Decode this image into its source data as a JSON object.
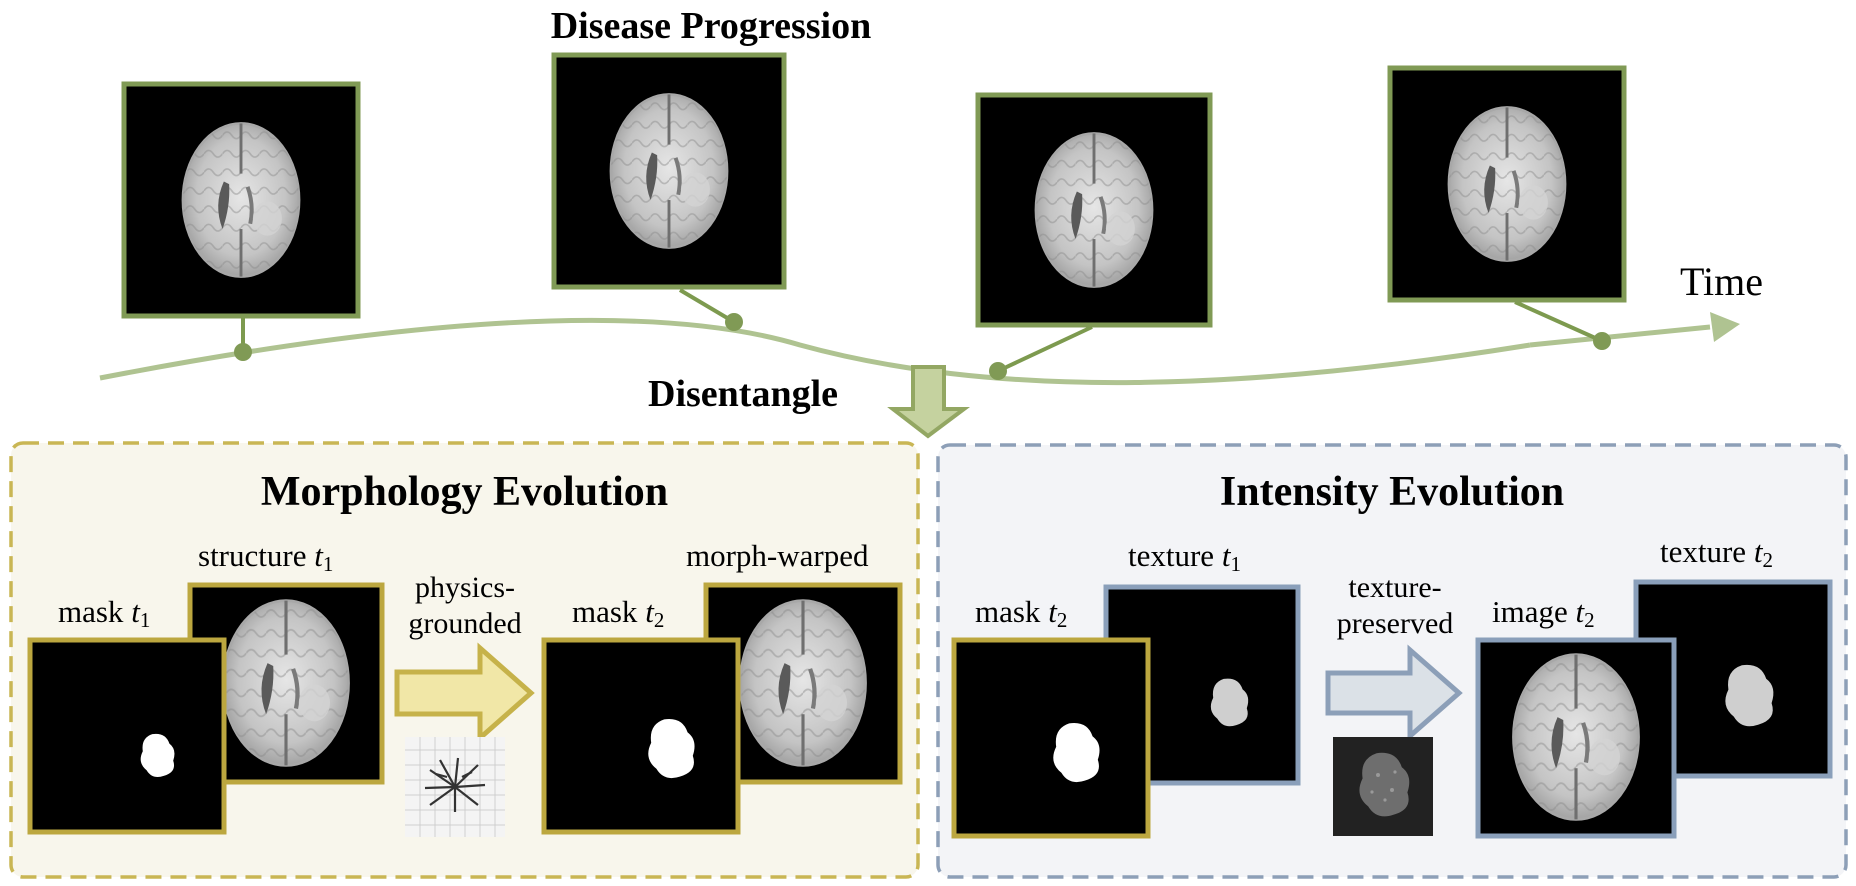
{
  "title": "Disease Progression",
  "time_label": "Time",
  "disentangle_label": "Disentangle",
  "morphology": {
    "title": "Morphology Evolution",
    "structure_t1": {
      "text": "structure ",
      "var": "t",
      "sub": "1"
    },
    "mask_t1": {
      "text": "mask ",
      "var": "t",
      "sub": "1"
    },
    "physics_grounded": [
      "physics-",
      "grounded"
    ],
    "mask_t2": {
      "text": "mask ",
      "var": "t",
      "sub": "2"
    },
    "morph_warped": "morph-warped"
  },
  "intensity": {
    "title": "Intensity Evolution",
    "texture_t1": {
      "text": "texture ",
      "var": "t",
      "sub": "1"
    },
    "mask_t2": {
      "text": "mask ",
      "var": "t",
      "sub": "2"
    },
    "texture_preserved": [
      "texture-",
      "preserved"
    ],
    "image_t2": {
      "text": "image ",
      "var": "t",
      "sub": "2"
    },
    "texture_t2": {
      "text": "texture ",
      "var": "t",
      "sub": "2"
    }
  },
  "colors": {
    "timeline_green": "#afc391",
    "frame_green": "#809a55",
    "frame_gold": "#bca73f",
    "frame_blue": "#8a9fba",
    "panel_left_bg": "#f8f6ec",
    "panel_right_bg": "#f3f4f7",
    "panel_left_border": "#c9b654",
    "panel_right_border": "#8d9fb7",
    "arrow_down_fill": "#c5d29f",
    "arrow_down_stroke": "#93a763",
    "arrow_left_fill": "#f1e7a7",
    "arrow_left_stroke": "#c6b24a",
    "arrow_right_fill": "#dbe1e7",
    "arrow_right_stroke": "#8c9fb8"
  }
}
